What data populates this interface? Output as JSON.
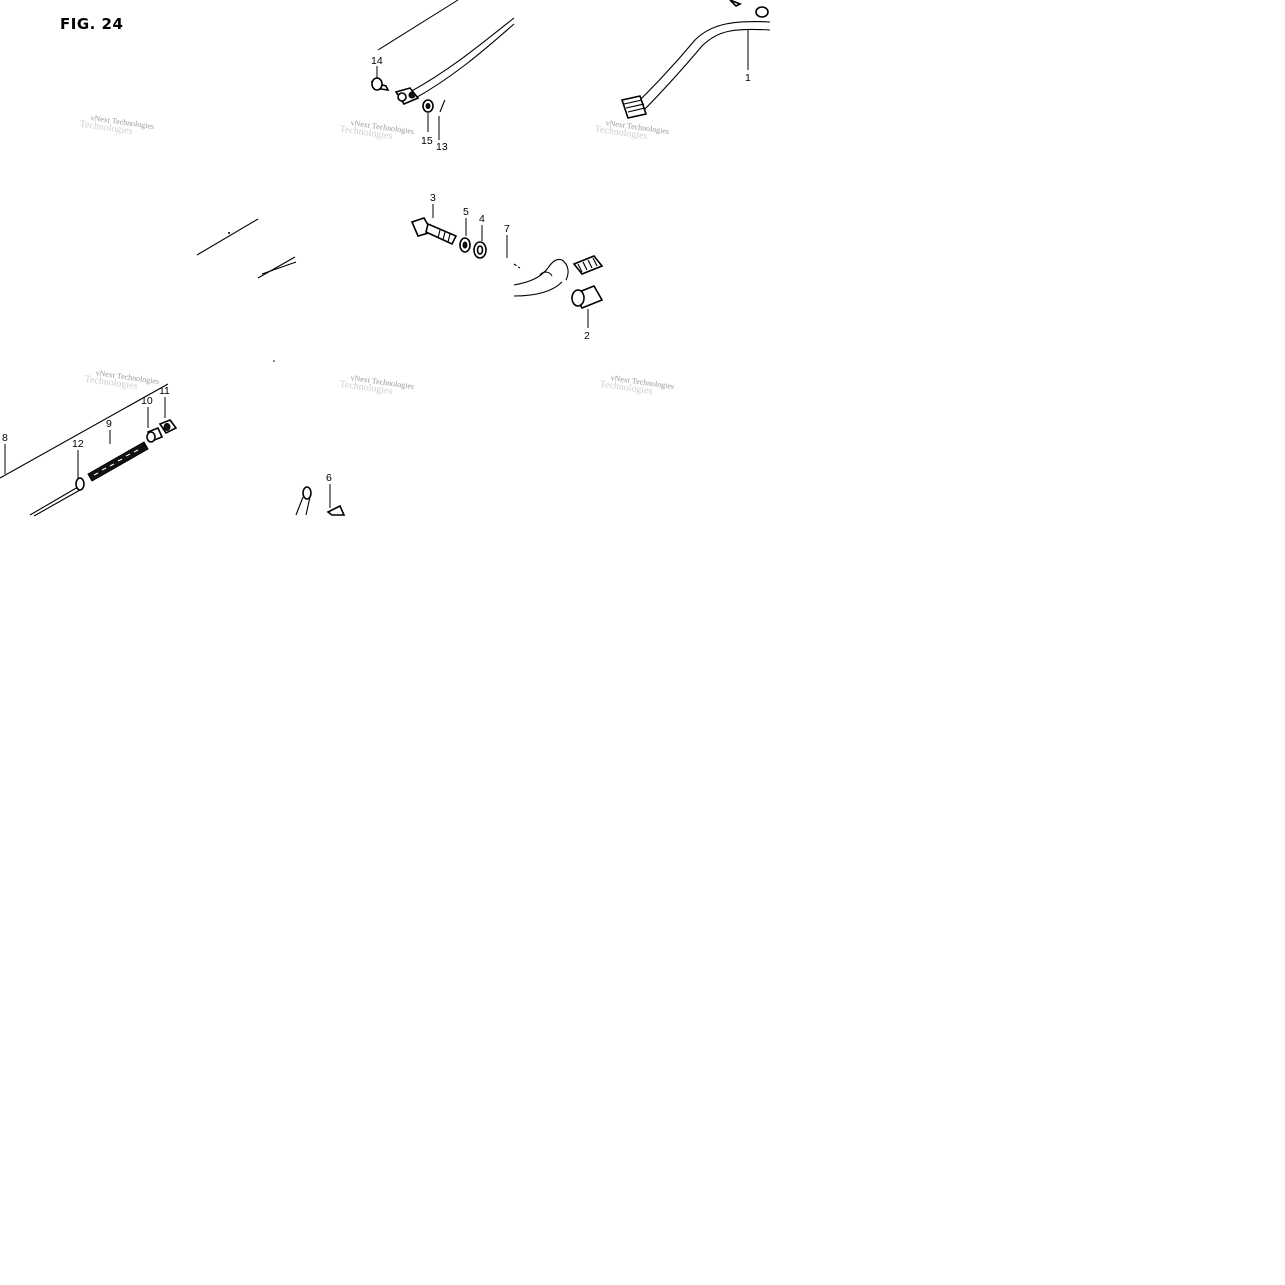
{
  "figure": {
    "title": "FIG. 24"
  },
  "callouts": [
    {
      "id": "c1",
      "label": "1"
    },
    {
      "id": "c2",
      "label": "2"
    },
    {
      "id": "c3",
      "label": "3"
    },
    {
      "id": "c4",
      "label": "4"
    },
    {
      "id": "c5",
      "label": "5"
    },
    {
      "id": "c6",
      "label": "6"
    },
    {
      "id": "c7",
      "label": "7"
    },
    {
      "id": "c8",
      "label": "8"
    },
    {
      "id": "c9",
      "label": "9"
    },
    {
      "id": "c10",
      "label": "10"
    },
    {
      "id": "c11",
      "label": "11"
    },
    {
      "id": "c12",
      "label": "12"
    },
    {
      "id": "c13",
      "label": "13"
    },
    {
      "id": "c14",
      "label": "14"
    },
    {
      "id": "c15",
      "label": "15"
    }
  ],
  "watermark": {
    "line1": "vNext Technologies",
    "line2": "Technologies"
  }
}
